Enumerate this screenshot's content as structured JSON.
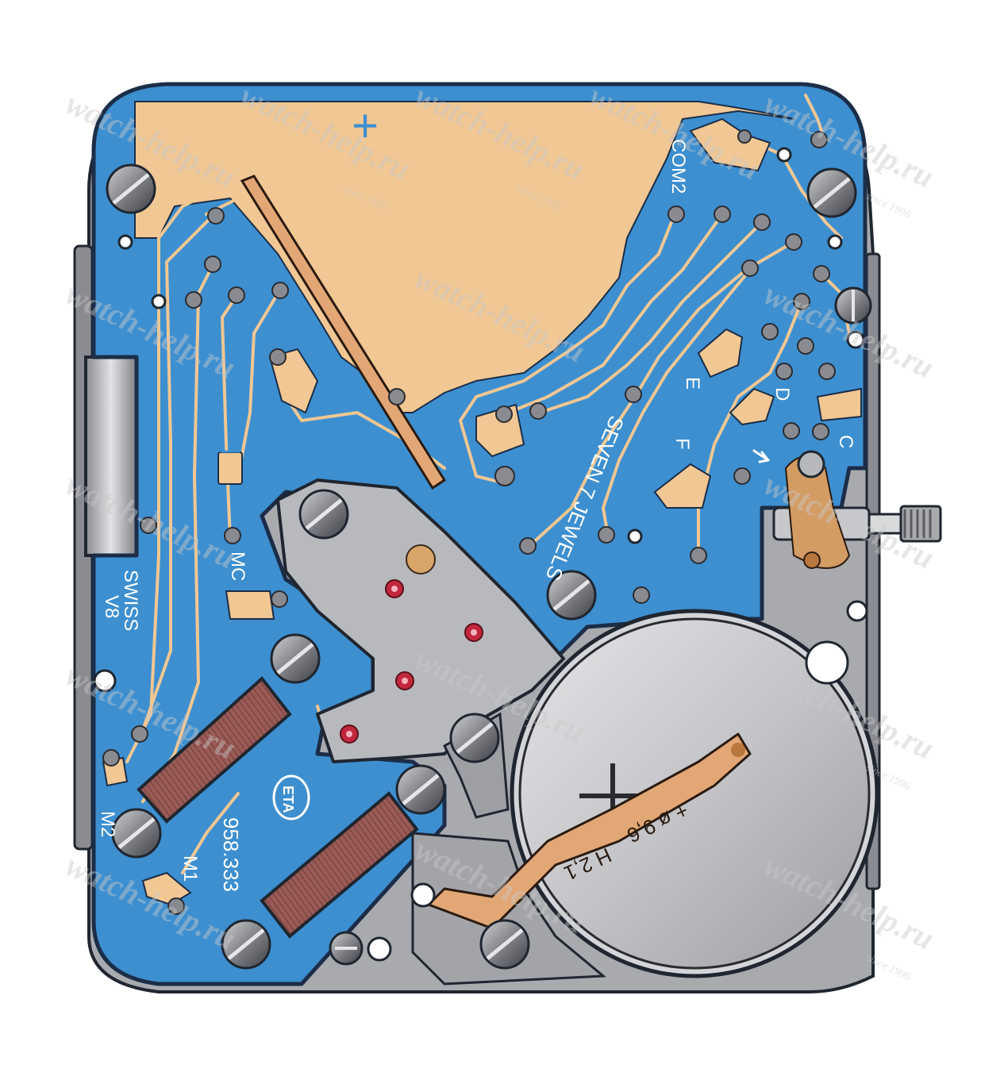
{
  "diagram": {
    "labels": {
      "plus_contact": "+",
      "minus_contact": "–",
      "com2": "COM2",
      "e": "E",
      "d": "D",
      "c": "C",
      "f": "F",
      "mc": "MC",
      "jewels": "SEVEN 7 JEWELS",
      "swiss": "SWISS",
      "v8": "V8",
      "m1": "M1",
      "m2": "M2",
      "calibre": "958.333",
      "logo": "ETA",
      "battery_plus": "+",
      "battery_text_1": "+ ø 9,6",
      "battery_text_2": "H 2,1"
    },
    "watermark": {
      "text": "watch-help.ru",
      "subtext": "since 1996"
    },
    "colors": {
      "board_blue": "#3d8fd0",
      "board_outline": "#1b2d48",
      "copper": "#f1c793",
      "steel": "#b8b9bd",
      "steel_dark": "#8d8e93",
      "coil": "#9a5a55",
      "jewel": "#c2283d",
      "battery": "#c9cacd"
    }
  }
}
